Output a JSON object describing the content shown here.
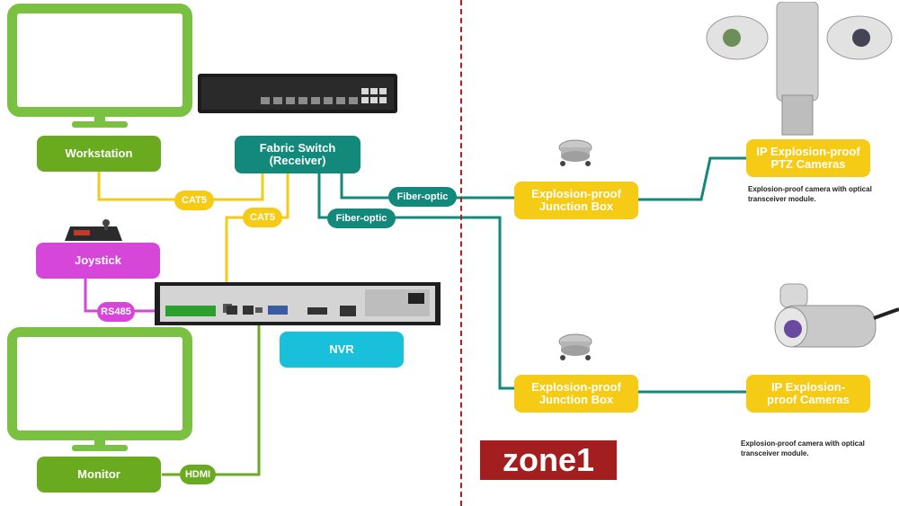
{
  "nodes": {
    "workstation": "Workstation",
    "fabric_switch": "Fabric  Switch\n(Receiver)",
    "joystick": "Joystick",
    "nvr": "NVR",
    "monitor": "Monitor",
    "junction_box_1": "Explosion-proof\nJunction Box",
    "junction_box_2": "Explosion-proof\nJunction Box",
    "ptz_cameras": "IP Explosion-proof\nPTZ Cameras",
    "cameras": "IP Explosion-\nproof Cameras"
  },
  "links": {
    "cat1": "CAT5",
    "cat2": "CAT5",
    "fiber1": "Fiber-optic",
    "fiber2": "Fiber-optic",
    "rs485": "RS485",
    "hdmi": "HDMI"
  },
  "notes": {
    "ptz": "Explosion-proof camera with optical\ntransceiver module.",
    "cam": "Explosion-proof camera with optical\ntransceiver module."
  },
  "zone_label": "zone1",
  "colors": {
    "green": "#6aaa1f",
    "teal": "#12897b",
    "magenta": "#d646d8",
    "cyan": "#19c0da",
    "yellow": "#f6cb15",
    "zone_red": "#a31f1f"
  }
}
